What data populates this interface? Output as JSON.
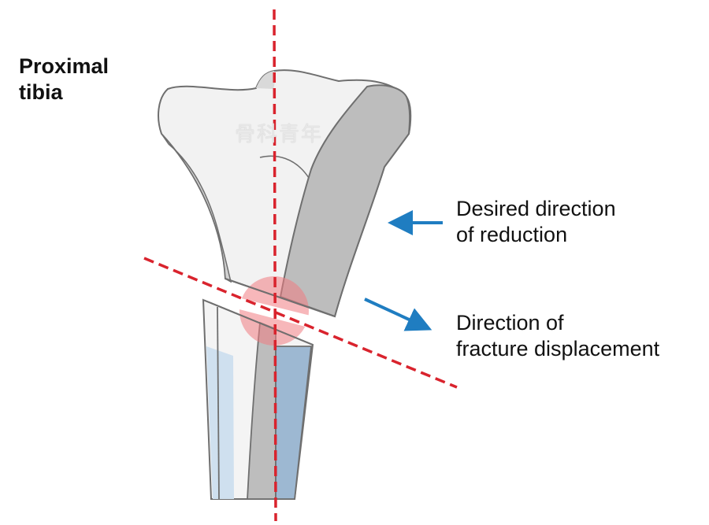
{
  "title": {
    "line1": "Proximal",
    "line2": "tibia"
  },
  "labels": {
    "desired_direction": {
      "line1": "Desired direction",
      "line2": "of reduction"
    },
    "fracture_displacement": {
      "line1": "Direction of",
      "line2": "fracture displacement"
    }
  },
  "watermark": "骨科青年",
  "colors": {
    "axis_line": "#d9232d",
    "arrow": "#1f7dc1",
    "bone_outline": "#6f6f6f",
    "bone_fill": "#efefef",
    "cortex_gray": "#b9b9b9",
    "canal_blue": "#a7c3db",
    "highlight_red": "#f07c82"
  }
}
